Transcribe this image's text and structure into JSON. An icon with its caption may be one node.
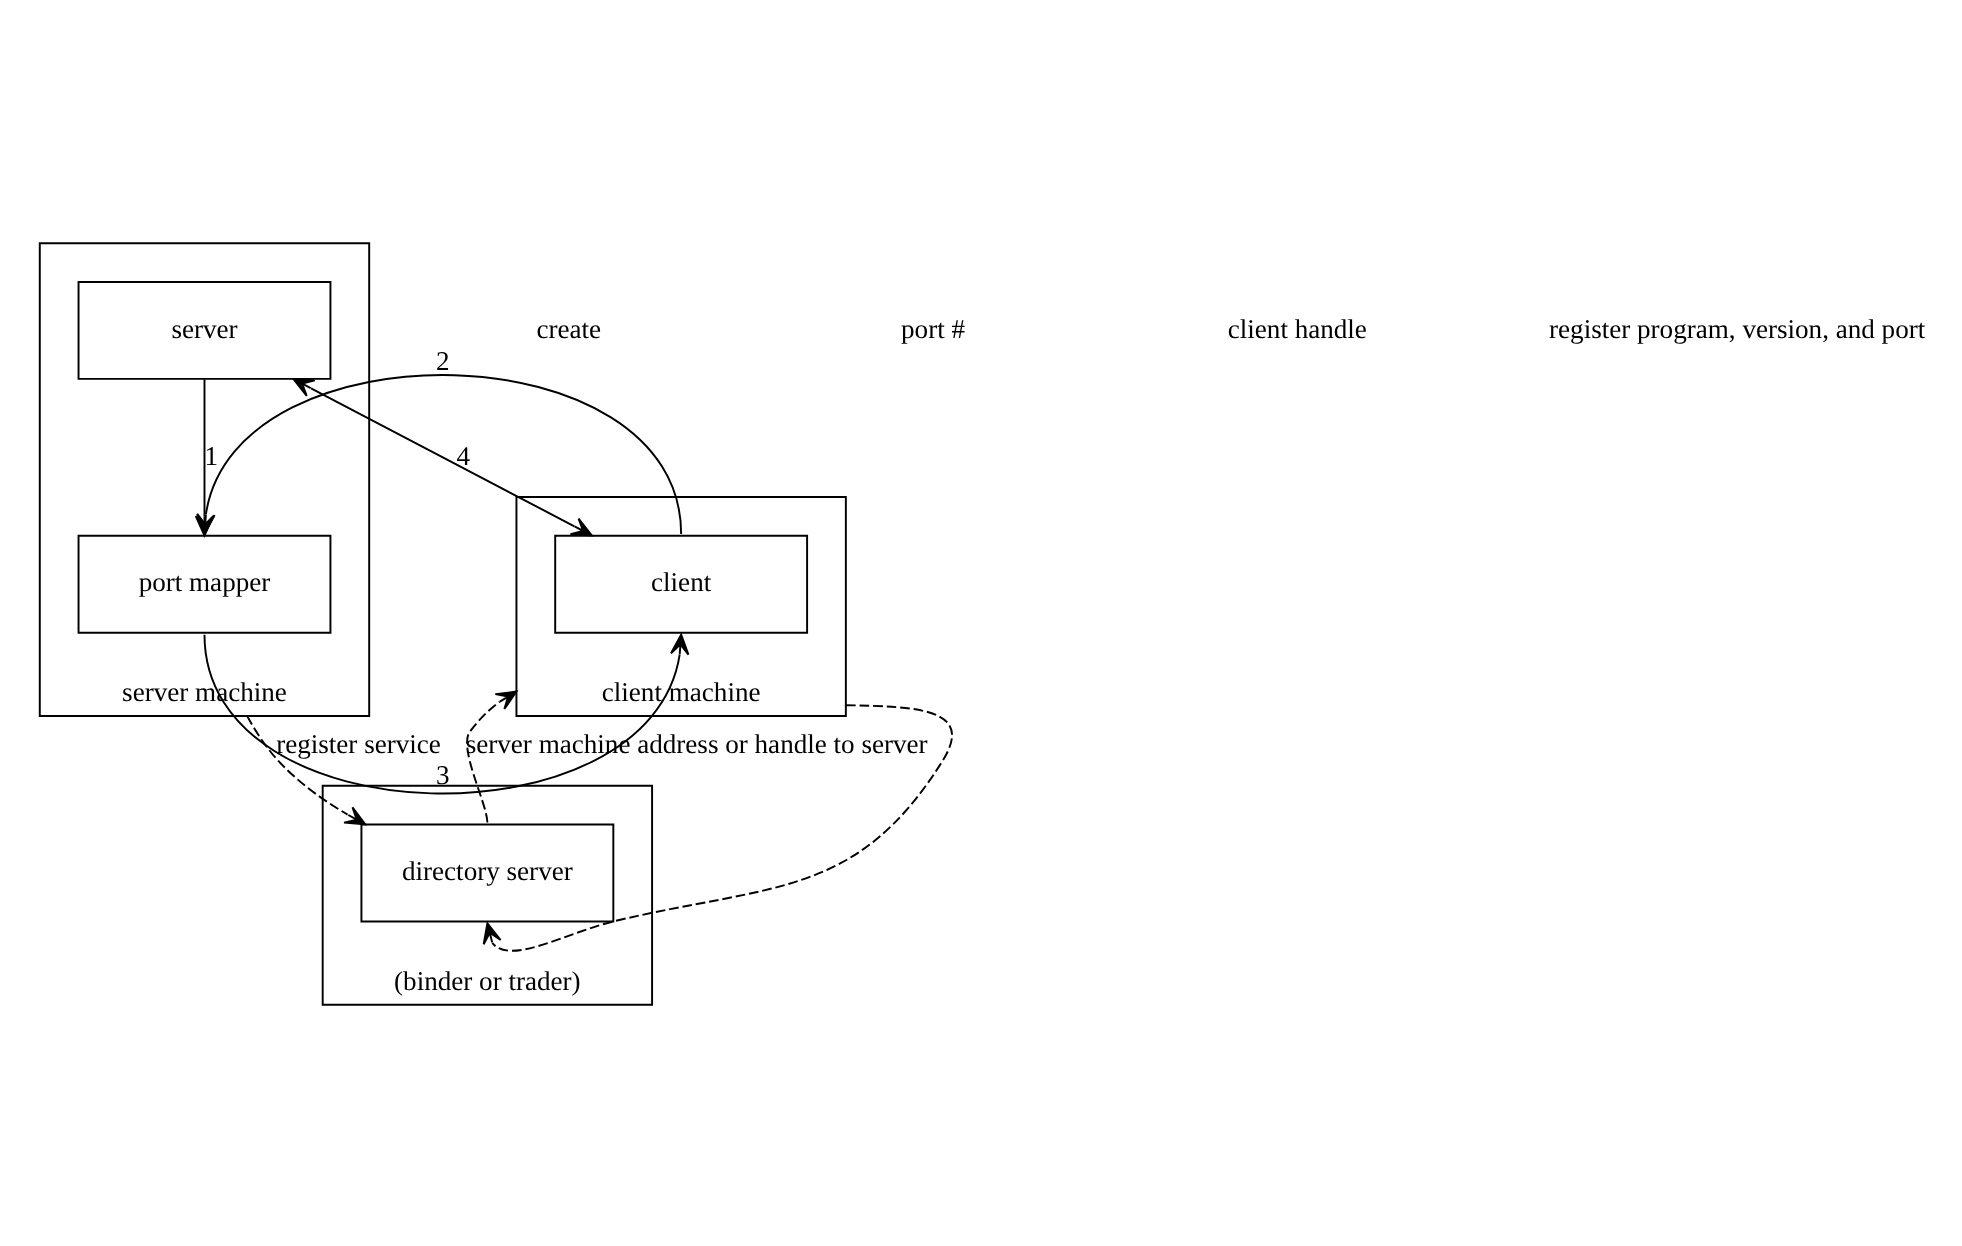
{
  "diagram": {
    "nodes": [
      {
        "text": [
          "(binder or trader)"
        ]
      },
      {
        "text": [
          "directory server"
        ],
        "in": 0
      },
      {
        "text": [
          "client machine"
        ]
      },
      {
        "text": [
          "client"
        ],
        "in": 2
      },
      {
        "text": [
          "server machine"
        ]
      },
      {
        "text": [
          "port mapper"
        ],
        "in": 4
      },
      {
        "text": [
          "server"
        ],
        "in": 4
      }
    ],
    "edges": [
      {
        "from": 1,
        "to": 2,
        "arrow": "to",
        "style": "dashed",
        "label": "server machine address or handle to server"
      },
      {
        "from": 2,
        "to": 1,
        "arrow": "to",
        "style": "dashed"
      },
      {
        "from": 4,
        "to": 1,
        "arrow": "to",
        "style": "dashed",
        "label": "register service"
      },
      {
        "from": 6,
        "to": 5,
        "arrow": "to",
        "label": "1"
      },
      {
        "from": 3,
        "to": 5,
        "arrow": "to",
        "label": "2"
      },
      {
        "from": 5,
        "to": 3,
        "arrow": "to",
        "label": "3"
      },
      {
        "from": 3,
        "to": 6,
        "arrow": "both",
        "label": "4"
      }
    ],
    "labels": [
      "create",
      "port #",
      "client handle",
      "register program, version, and port"
    ]
  }
}
